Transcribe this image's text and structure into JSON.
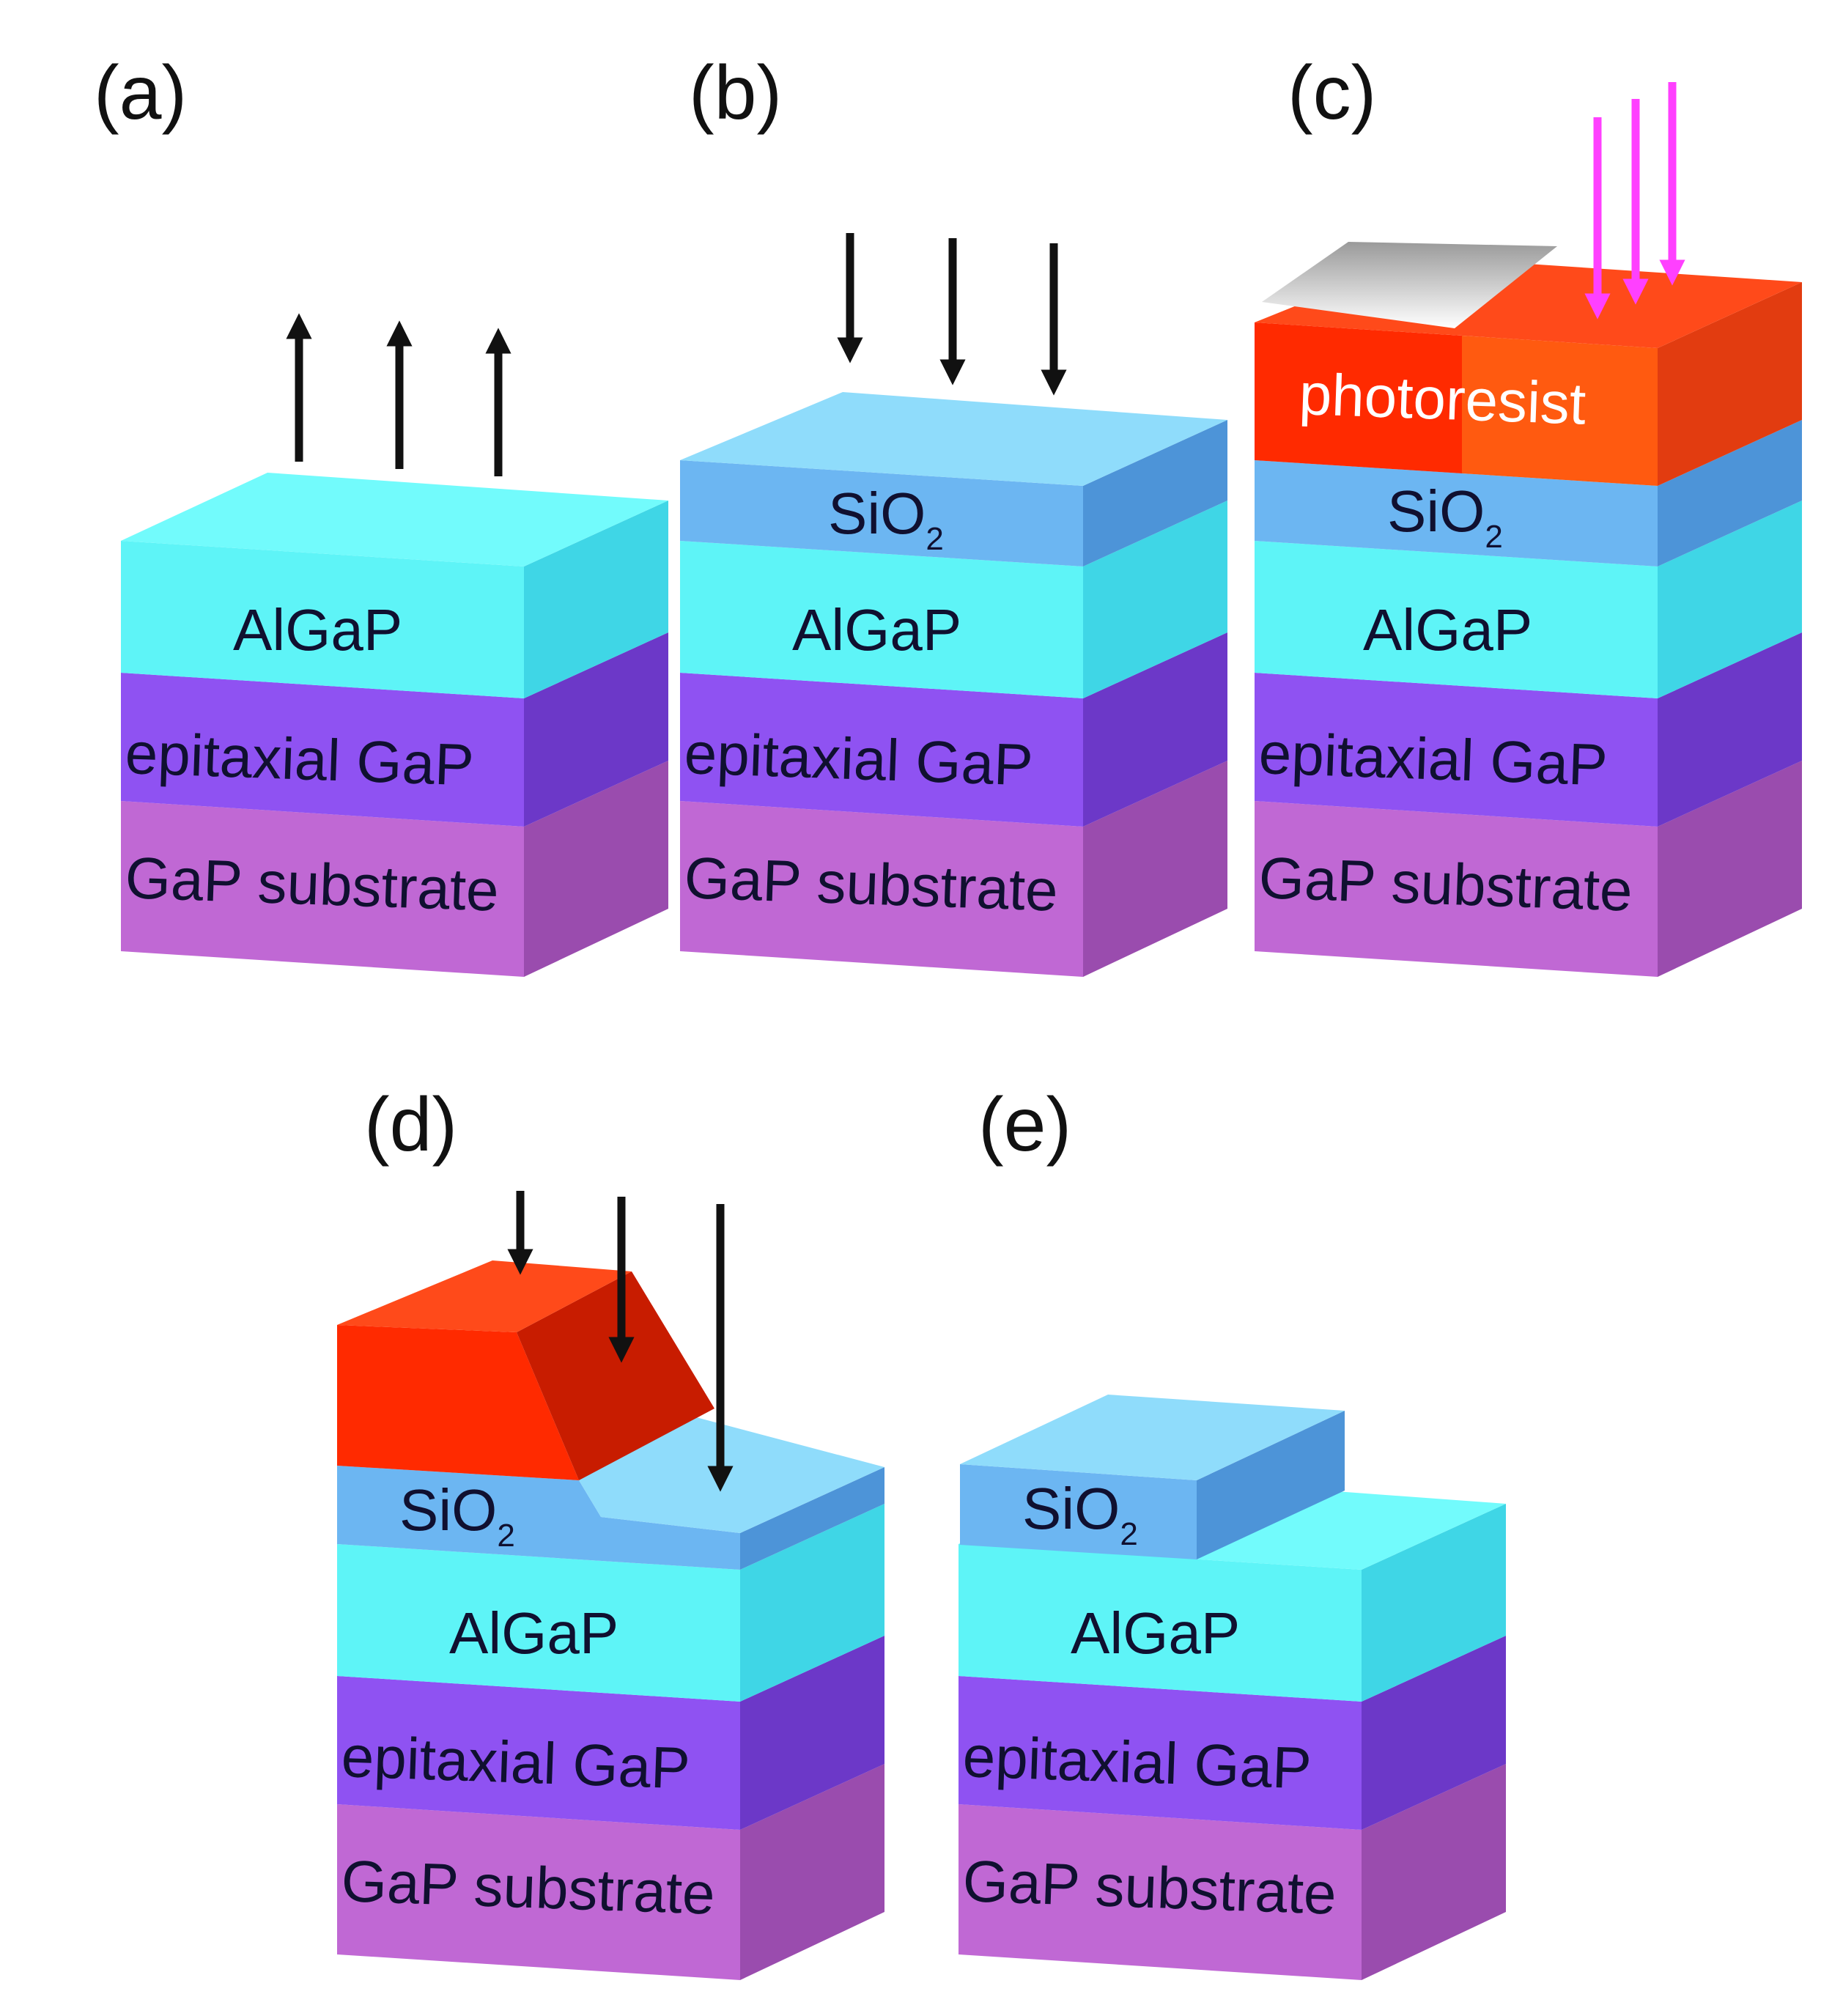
{
  "panels": [
    {
      "id": "a",
      "label": "(a)"
    },
    {
      "id": "b",
      "label": "(b)"
    },
    {
      "id": "c",
      "label": "(c)"
    },
    {
      "id": "d",
      "label": "(d)"
    },
    {
      "id": "e",
      "label": "(e)"
    }
  ],
  "layers": {
    "algap": "AlGaP",
    "epi": "epitaxial GaP",
    "substrate": "GaP substrate",
    "sio2_base": "SiO",
    "sio2_sub": "2",
    "photoresist": "photoresist"
  },
  "colors": {
    "algap_front": "#5ef4f7",
    "algap_top": "#72fbfc",
    "algap_side": "#3fd6e6",
    "epi_front": "#8f52f2",
    "epi_side": "#6c38c8",
    "sub_front": "#c068d4",
    "sub_side": "#9a4cae",
    "sio2_front": "#6cb6f2",
    "sio2_top": "#8fdcfb",
    "sio2_side": "#4d94d8",
    "pr_front": "#ff2a00",
    "pr_front_right": "#ff5a10",
    "pr_top": "#ff4a1a",
    "pr_side": "#e23c10",
    "mask": "#dcdcdc",
    "arrow": "#111111",
    "uv_arrow": "#ff40ff"
  }
}
